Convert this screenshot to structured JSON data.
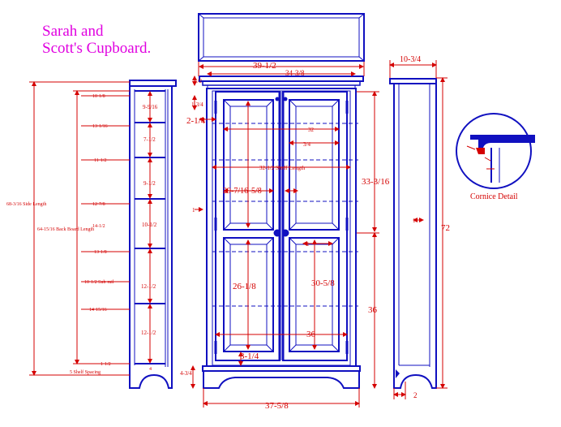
{
  "title": {
    "line1": "Sarah and",
    "line2": "Scott's Cupboard."
  },
  "colors": {
    "outline": "#1010c0",
    "dimension": "#d40000",
    "title": "#e000e0"
  },
  "labels": {
    "cornice": "Cornice Detail"
  },
  "dimensions": {
    "top_width": "39-1/2",
    "top_inner": "34-3/8",
    "top_depth": "10-3/4",
    "total_height": "72",
    "door_height": "36",
    "frame_total_height": "33-3/16",
    "bottom_width": "37-5/8",
    "foot": "2",
    "foot_height": "4-3/4",
    "stile": "2-1/4",
    "rail_bottom": "3-1/4",
    "inner_width": "36",
    "upper_panel": "29-7/16",
    "upper_panel_gap": "5/8",
    "mid_span": "32",
    "shelf_length": "32-1/2  Shelf Length",
    "lower_panel_left": "26-1/8",
    "lower_panel_right": "30-5/8",
    "side_length": "68-3/16 Side Length",
    "back_length": "64-15/16  Back Board Length",
    "s1": "9-9/16",
    "s2": "7-1/2",
    "s3": "9-1/2",
    "s4": "10-1/2",
    "s5": "12-1/2",
    "s6": "12-1/2",
    "l1": "10-1/8",
    "l2": "13-1/16",
    "l3": "11-1/2",
    "l4": "12-7/8",
    "l5": "14-1/2",
    "l6": "13-1/8",
    "l7": "10-1/2 Sub-rail",
    "l8": "14-15/16",
    "l9": "1-1/2",
    "l10": "5 Shelf Spacing",
    "d1": "1-3/4",
    "d2": "1/2",
    "d3": "1",
    "d4": "1",
    "d5": "1",
    "d6": "3/4",
    "d7": "1",
    "d8": "4"
  }
}
